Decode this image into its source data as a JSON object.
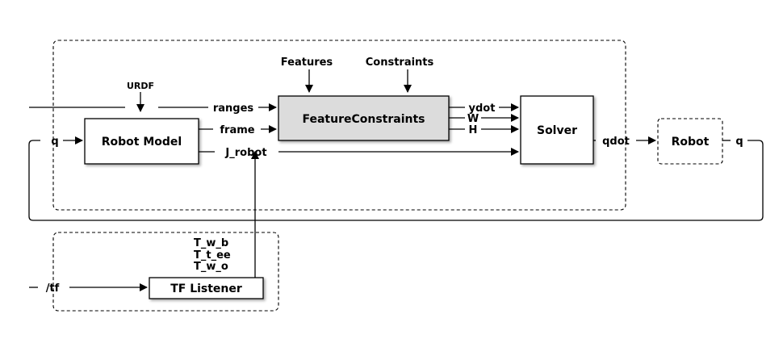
{
  "blocks": {
    "robot_model": "Robot Model",
    "feature_constraints": "FeatureConstraints",
    "solver": "Solver",
    "robot": "Robot",
    "tf_listener": "TF Listener"
  },
  "inputs": {
    "urdf": "URDF",
    "features": "Features",
    "constraints": "Constraints",
    "q_in": "q",
    "tf": "/tf"
  },
  "signals": {
    "ranges": "ranges",
    "frame": "frame",
    "j_robot": "J_robot",
    "ydot": "ydot",
    "w": "W",
    "h": "H",
    "qdot": "qdot",
    "q_out": "q"
  },
  "transforms": [
    "T_w_b",
    "T_t_ee",
    "T_w_o"
  ],
  "colors": {
    "feature_fill": "#dcdcdc",
    "block_fill": "#ffffff",
    "stroke": "#000000"
  }
}
